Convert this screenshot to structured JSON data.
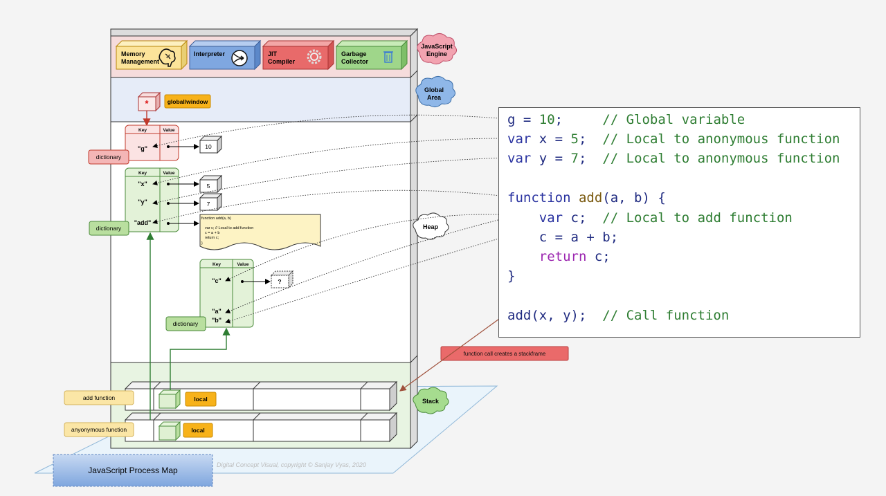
{
  "engine_boxes": [
    {
      "label_line1": "Memory",
      "label_line2": "Management",
      "icon": "brain-icon",
      "color": "#fce49a"
    },
    {
      "label_line1": "Interpreter",
      "label_line2": "",
      "icon": "interpreter-icon",
      "color": "#7fa7e0"
    },
    {
      "label_line1": "JIT",
      "label_line2": "Compiler",
      "icon": "gear-icon",
      "color": "#e86a6a"
    },
    {
      "label_line1": "Garbage",
      "label_line2": "Collector",
      "icon": "trash-icon",
      "color": "#9fd68a"
    }
  ],
  "clouds": {
    "engine_line1": "JavaScript",
    "engine_line2": "Engine",
    "global_line1": "Global",
    "global_line2": "Area",
    "heap": "Heap",
    "stack": "Stack"
  },
  "global_window": "global/window",
  "global_star": "*",
  "dict_label": "dictionary",
  "dict_key_header": "Key",
  "dict_value_header": "Value",
  "global_dict": {
    "key": "\"g\"",
    "value": "10"
  },
  "anon_dict": {
    "keys": [
      "\"x\"",
      "\"y\"",
      "\"add\""
    ],
    "values": [
      "5",
      "7"
    ]
  },
  "func_doc": {
    "line1": "function add(a, b)",
    "line2": "var c;  // Local to add function",
    "line3": "c = a + b",
    "line4": "return c;",
    "line5": "}"
  },
  "add_dict": {
    "keys": [
      "\"c\"",
      "\"a\"",
      "\"b\""
    ],
    "value": "?"
  },
  "stack_labels": {
    "add_function": "add function",
    "anonymous_function": "anyonymous function",
    "local": "local"
  },
  "annotation": "function call creates a stackframe",
  "title": "JavaScript Process Map",
  "copyright": "Digital Concept Visual, copyright © Sanjay Vyas, 2020",
  "code": {
    "line1": {
      "a": "g = ",
      "b": "10",
      "c": ";     ",
      "d": "// Global variable"
    },
    "line2": {
      "a": "var",
      "b": " x = ",
      "c": "5",
      "d": ";  ",
      "e": "// Local to anonymous function"
    },
    "line3": {
      "a": "var",
      "b": " y = ",
      "c": "7",
      "d": ";  ",
      "e": "// Local to anonymous function"
    },
    "line4": {
      "a": "function",
      "b": " ",
      "c": "add",
      "d": "(a, b) {"
    },
    "line5": {
      "a": "    ",
      "b": "var",
      "c": " c;  ",
      "d": "// Local to add function"
    },
    "line6": {
      "a": "    c = a + b;"
    },
    "line7": {
      "a": "    ",
      "b": "return",
      "c": " c;"
    },
    "line8": {
      "a": "}"
    },
    "line9": {
      "a": "add(x, y);  ",
      "b": "// Call function"
    }
  },
  "colors": {
    "engine_bg": "#f6dcdc",
    "global_bg": "#e6ecf8",
    "heap_bg": "#ffffff",
    "stack_bg": "#e8f4e2",
    "red": "#f4c7c7",
    "green": "#d6ecc8",
    "orange": "#f7b21a",
    "yellow": "#fbe6a6"
  }
}
